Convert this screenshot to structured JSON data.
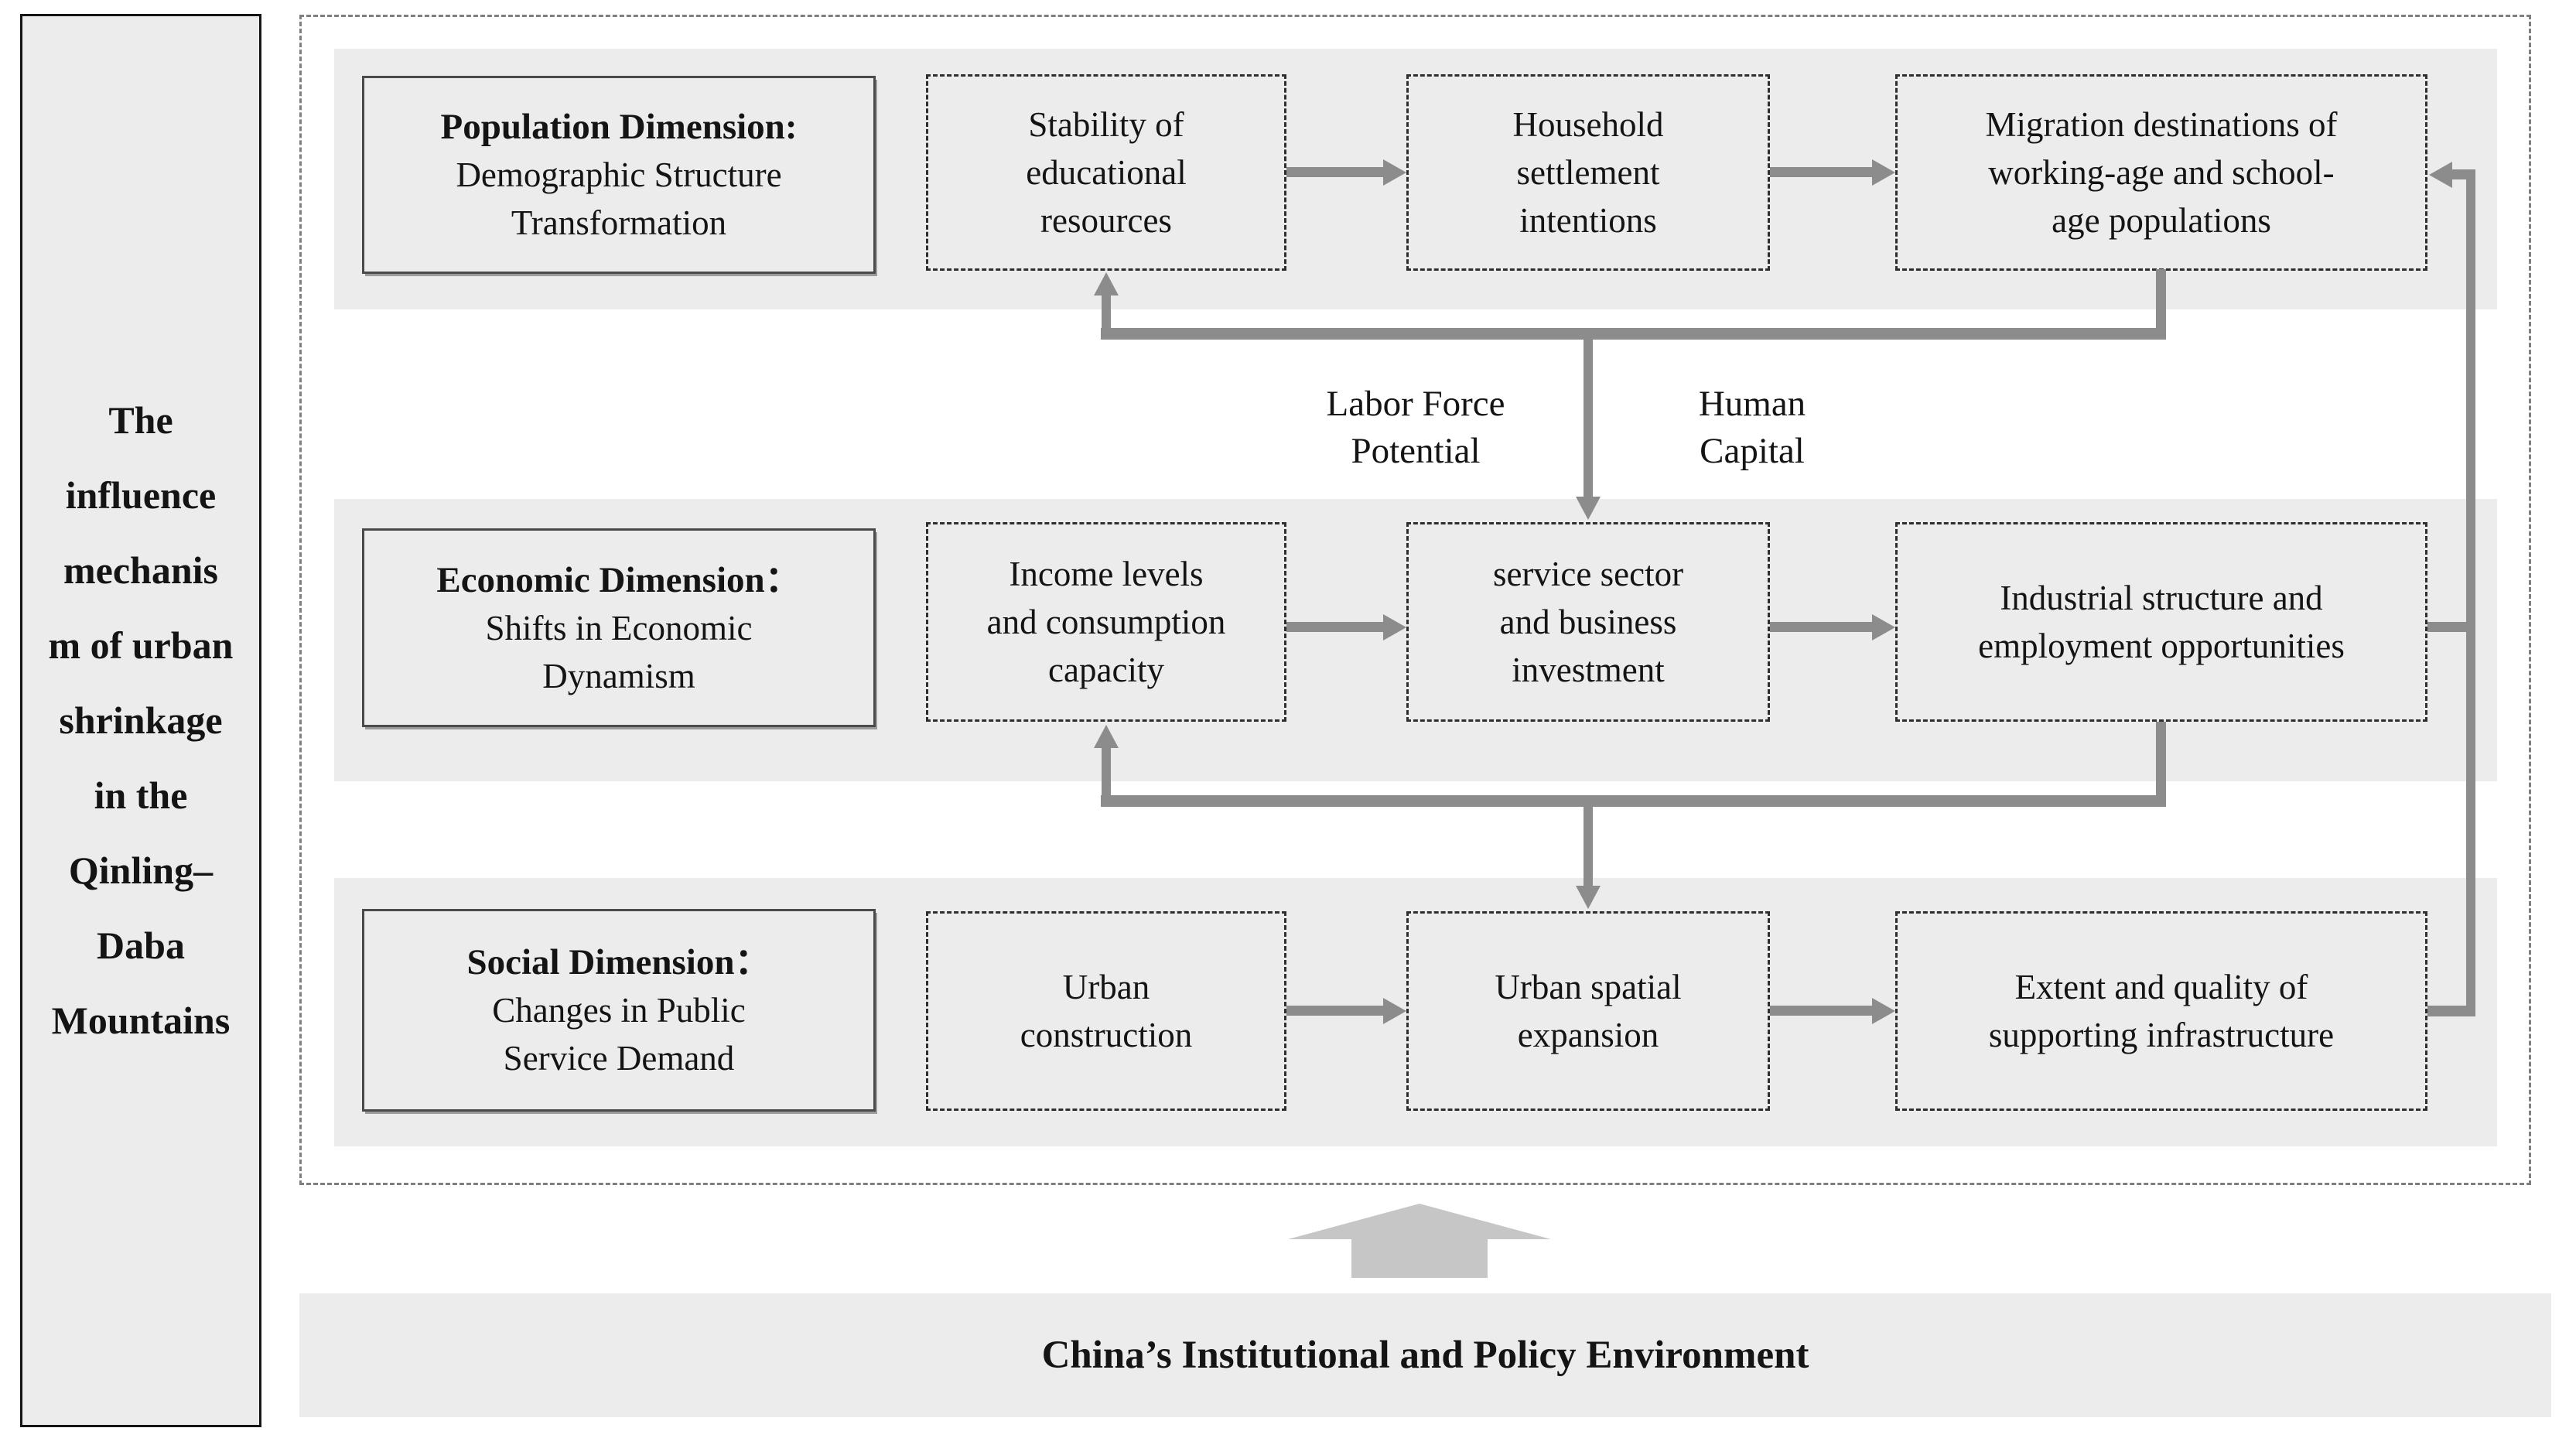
{
  "sidebar": {
    "title": "The\ninfluence\nmechanis\nm of urban\nshrinkage\nin the\nQinling–\nDaba\nMountains"
  },
  "rows": [
    {
      "dimension_title": "Population Dimension:",
      "dimension_subtitle": "Demographic Structure\nTransformation",
      "boxes": [
        "Stability of\neducational\nresources",
        "Household\nsettlement\nintentions",
        "Migration destinations of\nworking-age and school-\nage populations"
      ]
    },
    {
      "dimension_title": "Economic Dimension：",
      "dimension_subtitle": "Shifts in Economic\nDynamism",
      "boxes": [
        "Income levels\nand consumption\ncapacity",
        "service sector\nand business\ninvestment",
        "Industrial structure and\nemployment opportunities"
      ]
    },
    {
      "dimension_title": "Social Dimension：",
      "dimension_subtitle": "Changes in Public\nService Demand",
      "boxes": [
        "Urban\nconstruction",
        "Urban spatial\nexpansion",
        "Extent and quality of\nsupporting infrastructure"
      ]
    }
  ],
  "flow_labels": {
    "labor": "Labor Force\nPotential",
    "capital": "Human\nCapital"
  },
  "bottom_band": {
    "label": "China’s Institutional and Policy Environment"
  },
  "colors": {
    "band": "#ececec",
    "connector": "#8c8c8c",
    "block_arrow": "#c6c6c6",
    "text": "#141414"
  }
}
